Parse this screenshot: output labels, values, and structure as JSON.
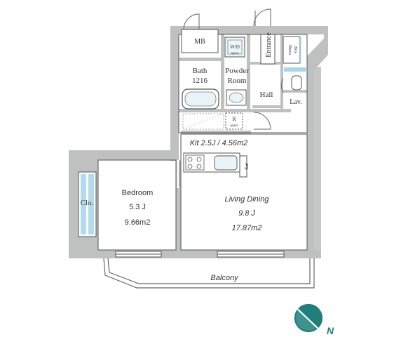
{
  "rooms": {
    "mb": "MB",
    "wd": "W/D",
    "wd_sub": "space",
    "entrance": "Entrance",
    "shoes": "Shoes",
    "box": "Box",
    "bath_1": "Bath",
    "bath_2": "1216",
    "powder_1": "Powder",
    "powder_2": "Room",
    "hall": "Hall",
    "lav": "Lav.",
    "r": "R",
    "r_sub": "space",
    "kitchen": "Kit 2.5J / 4.56m2",
    "ps": "PS",
    "bedroom": "Bedroom",
    "bedroom_j": "5.3 J",
    "bedroom_m2": "9.66m2",
    "closet": "Clo.",
    "living": "Living Dining",
    "living_j": "9.8 J",
    "living_m2": "17.87m2",
    "balcony": "Balcony"
  },
  "compass": {
    "label": "N"
  },
  "colors": {
    "wall": "#bfc0c0",
    "accent": "#1f7f7a",
    "glazing": "#9fd3e8",
    "line": "#555555"
  }
}
